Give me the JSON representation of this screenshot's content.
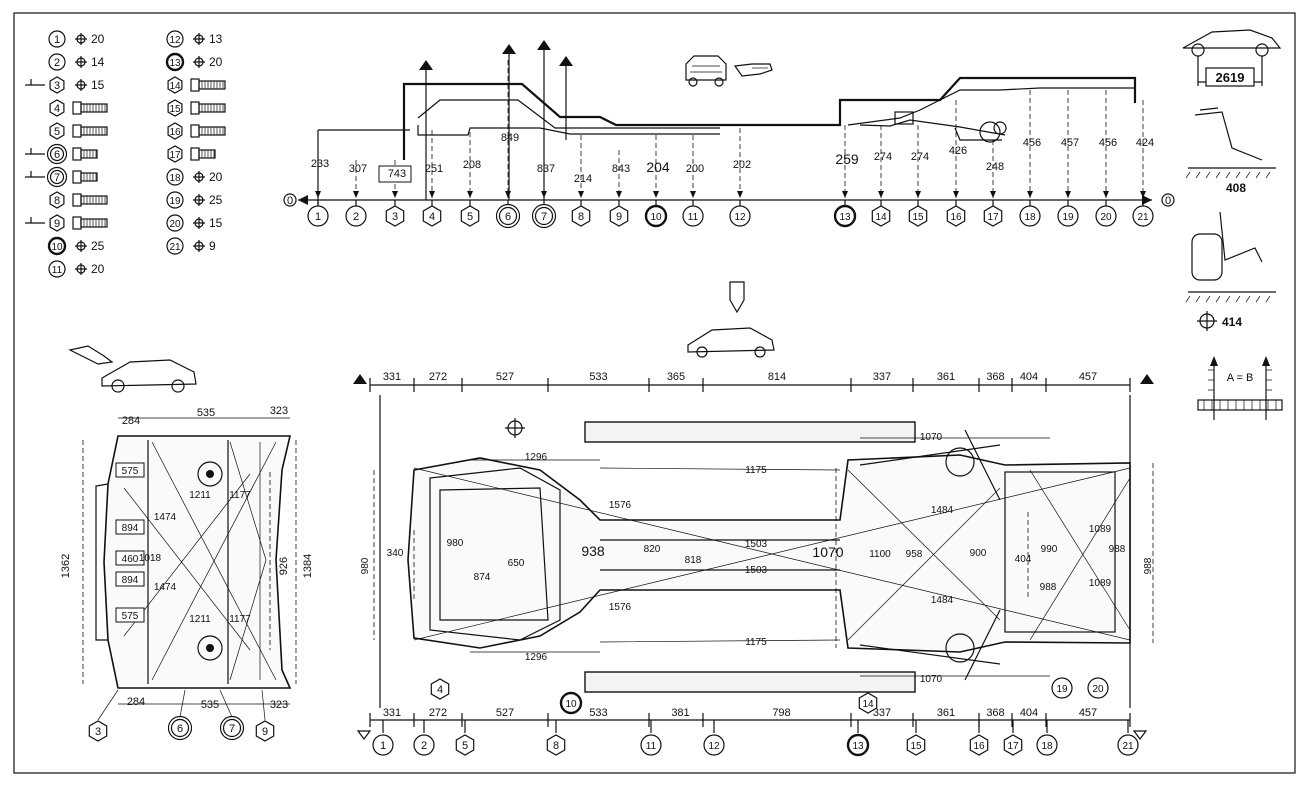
{
  "legend": {
    "col1": [
      {
        "n": "1",
        "sym": "⌖",
        "val": "20",
        "type": "circle",
        "lead": false
      },
      {
        "n": "2",
        "sym": "⌖",
        "val": "14",
        "type": "circle",
        "lead": false
      },
      {
        "n": "3",
        "sym": "⌖",
        "val": "15",
        "type": "hex",
        "lead": true
      },
      {
        "n": "4",
        "sym": "",
        "val": "",
        "type": "hex",
        "lead": false,
        "bolt": "long"
      },
      {
        "n": "5",
        "sym": "",
        "val": "",
        "type": "hex",
        "lead": false,
        "bolt": "long"
      },
      {
        "n": "6",
        "sym": "",
        "val": "",
        "type": "dcircle",
        "lead": true,
        "bolt": "short"
      },
      {
        "n": "7",
        "sym": "",
        "val": "",
        "type": "dcircle",
        "lead": true,
        "bolt": "short"
      },
      {
        "n": "8",
        "sym": "",
        "val": "",
        "type": "hex",
        "lead": false,
        "bolt": "long"
      },
      {
        "n": "9",
        "sym": "",
        "val": "",
        "type": "hex",
        "lead": true,
        "bolt": "long"
      },
      {
        "n": "10",
        "sym": "⌖",
        "val": "25",
        "type": "bcircle",
        "lead": false
      },
      {
        "n": "11",
        "sym": "⌖",
        "val": "20",
        "type": "circle",
        "lead": false
      }
    ],
    "col2": [
      {
        "n": "12",
        "sym": "⌖",
        "val": "13",
        "type": "circle",
        "lead": false
      },
      {
        "n": "13",
        "sym": "⌖",
        "val": "20",
        "type": "bcircle",
        "lead": false
      },
      {
        "n": "14",
        "sym": "",
        "val": "",
        "type": "hex",
        "lead": false,
        "bolt": "long"
      },
      {
        "n": "15",
        "sym": "",
        "val": "",
        "type": "hex",
        "lead": false,
        "bolt": "long"
      },
      {
        "n": "16",
        "sym": "",
        "val": "",
        "type": "hex",
        "lead": false,
        "bolt": "long"
      },
      {
        "n": "17",
        "sym": "",
        "val": "",
        "type": "hex",
        "lead": false,
        "bolt": "short"
      },
      {
        "n": "18",
        "sym": "⌖",
        "val": "20",
        "type": "circle",
        "lead": false
      },
      {
        "n": "19",
        "sym": "⌖",
        "val": "25",
        "type": "circle",
        "lead": false
      },
      {
        "n": "20",
        "sym": "⌖",
        "val": "15",
        "type": "circle",
        "lead": false
      },
      {
        "n": "21",
        "sym": "⌖",
        "val": "9",
        "type": "circle",
        "lead": false
      }
    ]
  },
  "side_view": {
    "origin_left": "0",
    "origin_right": "0",
    "points": [
      {
        "n": "1",
        "type": "circle"
      },
      {
        "n": "2",
        "type": "circle"
      },
      {
        "n": "3",
        "type": "hex"
      },
      {
        "n": "4",
        "type": "hex"
      },
      {
        "n": "5",
        "type": "hex"
      },
      {
        "n": "6",
        "type": "dcircle"
      },
      {
        "n": "7",
        "type": "dcircle"
      },
      {
        "n": "8",
        "type": "hex"
      },
      {
        "n": "9",
        "type": "hex"
      },
      {
        "n": "10",
        "type": "bcircle"
      },
      {
        "n": "11",
        "type": "circle"
      },
      {
        "n": "12",
        "type": "circle"
      },
      {
        "n": "13",
        "type": "bcircle"
      },
      {
        "n": "14",
        "type": "hex"
      },
      {
        "n": "15",
        "type": "hex"
      },
      {
        "n": "16",
        "type": "hex"
      },
      {
        "n": "17",
        "type": "hex"
      },
      {
        "n": "18",
        "type": "circle"
      },
      {
        "n": "19",
        "type": "circle"
      },
      {
        "n": "20",
        "type": "circle"
      },
      {
        "n": "21",
        "type": "circle"
      }
    ],
    "heights": [
      "233",
      "307",
      "743",
      "251",
      "208",
      "849",
      "837",
      "214",
      "843",
      "204",
      "200",
      "202",
      "259",
      "274",
      "274",
      "426",
      "248",
      "456",
      "457",
      "456",
      "424"
    ]
  },
  "wheel_panel": {
    "wheelbase": "2619",
    "front": "408",
    "rear": "414",
    "ab": "A = B"
  },
  "front_frame": {
    "top": [
      "284",
      "535",
      "323"
    ],
    "bottom": [
      "284",
      "535",
      "323"
    ],
    "height_left": "1362",
    "height_right": "1384",
    "inner_right": "926",
    "boxes": [
      "575",
      "894",
      "460",
      "894",
      "575"
    ],
    "diag": [
      "1211",
      "1474",
      "1177",
      "1018",
      "1474",
      "1211",
      "1177"
    ],
    "markers": [
      "3",
      "6",
      "7",
      "9"
    ]
  },
  "underbody": {
    "top_dims": [
      "331",
      "272",
      "527",
      "533",
      "365",
      "814",
      "337",
      "361",
      "368",
      "404",
      "457"
    ],
    "bottom_dims": [
      "331",
      "272",
      "527",
      "533",
      "381",
      "798",
      "337",
      "361",
      "368",
      "404",
      "457"
    ],
    "bottom_markers": [
      {
        "n": "1",
        "type": "circle"
      },
      {
        "n": "2",
        "type": "circle"
      },
      {
        "n": "5",
        "type": "hex"
      },
      {
        "n": "8",
        "type": "hex"
      },
      {
        "n": "11",
        "type": "circle"
      },
      {
        "n": "12",
        "type": "circle"
      },
      {
        "n": "13",
        "type": "bcircle"
      },
      {
        "n": "15",
        "type": "hex"
      },
      {
        "n": "16",
        "type": "hex"
      },
      {
        "n": "17",
        "type": "hex"
      },
      {
        "n": "18",
        "type": "circle"
      },
      {
        "n": "21",
        "type": "circle"
      }
    ],
    "inner_markers": [
      "4",
      "10",
      "14",
      "19",
      "20"
    ],
    "labels": {
      "d1296a": "1296",
      "d1296b": "1296",
      "d1175a": "1175",
      "d1175b": "1175",
      "d1576a": "1576",
      "d1576b": "1576",
      "d1503a": "1503",
      "d1503b": "1503",
      "d1070a": "1070",
      "d1070b": "1070",
      "d1070c": "1070",
      "d1484a": "1484",
      "d1484b": "1484",
      "d1089a": "1089",
      "d1089b": "1089",
      "d980a": "980",
      "d980b": "980",
      "d340": "340",
      "d874": "874",
      "d650": "650",
      "d938": "938",
      "d820": "820",
      "d818": "818",
      "d1100": "1100",
      "d958": "958",
      "d900": "900",
      "d404": "404",
      "d990": "990",
      "d988a": "988",
      "d988b": "988",
      "d988c": "988"
    }
  }
}
